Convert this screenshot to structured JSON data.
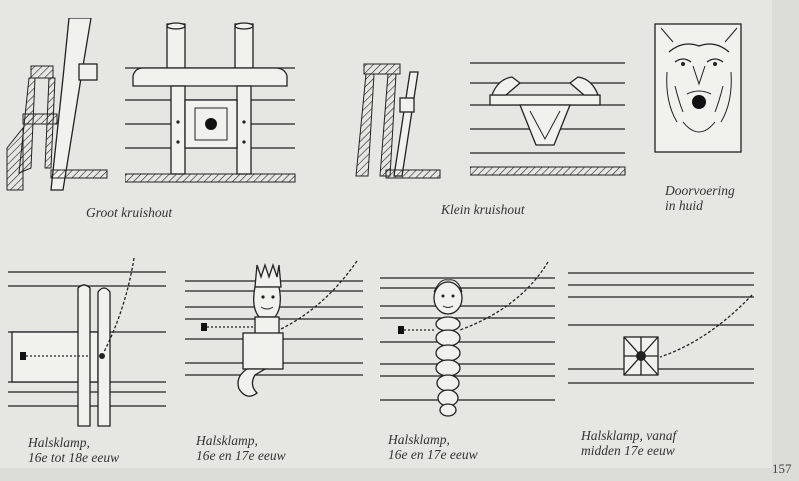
{
  "captions": {
    "groot_kruishout": "Groot kruishout",
    "klein_kruishout": "Klein kruishout",
    "doorvoering": "Doorvoering\nin huid",
    "halsklamp_1": "Halsklamp,\n16e tot 18e eeuw",
    "halsklamp_2": "Halsklamp,\n16e en 17e eeuw",
    "halsklamp_3": "Halsklamp,\n16e en 17e eeuw",
    "halsklamp_4": "Halsklamp, vanaf\nmidden 17e eeuw"
  },
  "page_number": "157",
  "colors": {
    "paper": "#e6e6e2",
    "ink": "#222222"
  }
}
